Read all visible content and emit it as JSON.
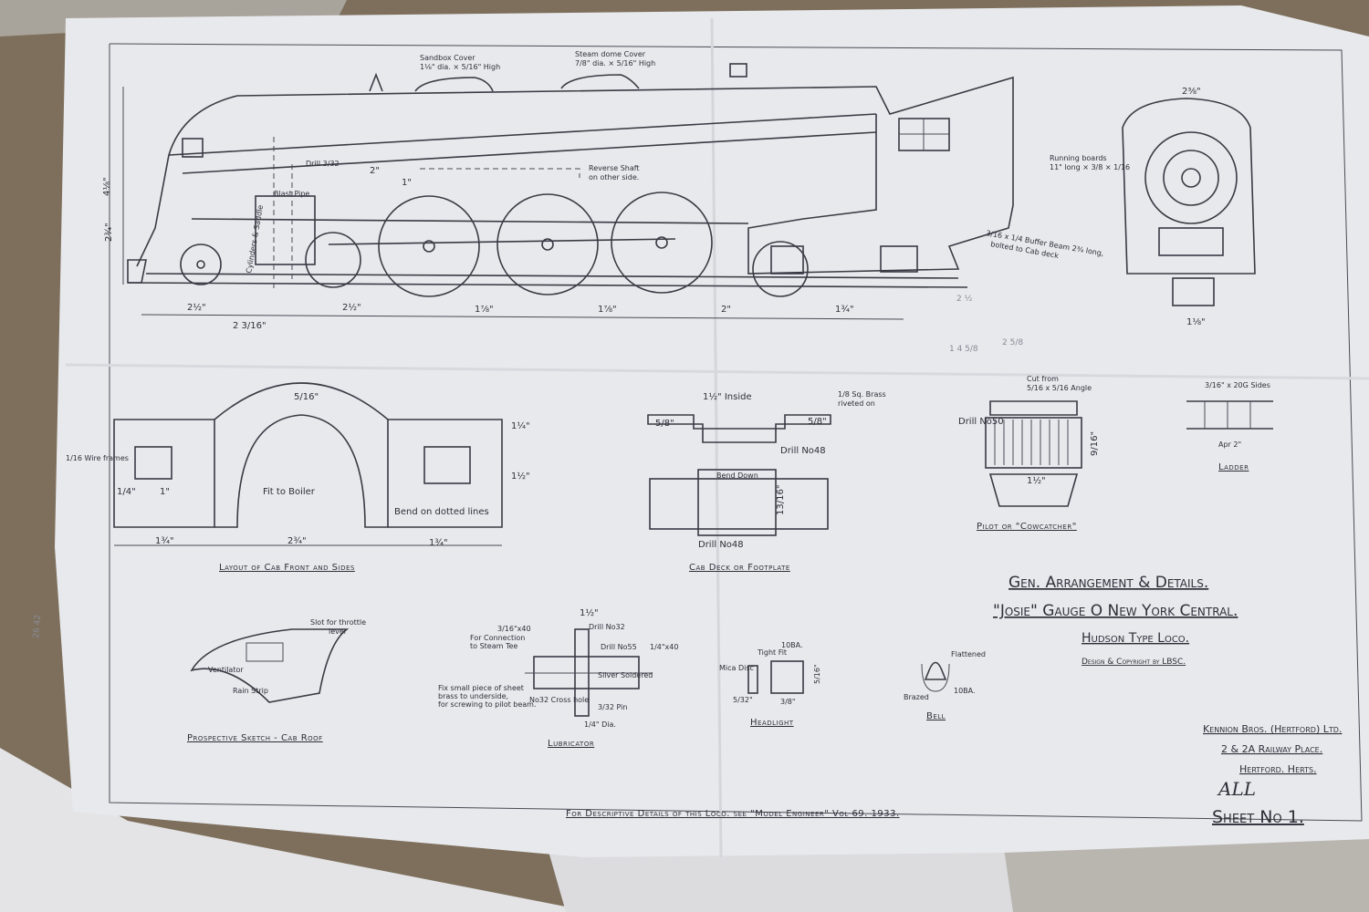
{
  "main_view": {
    "sandbox_label": "Sandbox Cover",
    "sandbox_dim": "1⅛\" dia. × 5/16\" High",
    "dome_label": "Steam dome Cover",
    "dome_dim": "7/8\" dia. × 5/16\" High",
    "reverse_shaft": "Reverse Shaft",
    "reverse_shaft_2": "on other side.",
    "drill": "Drill 3/32",
    "cylinders": "Cylinders & Saddle",
    "blast_pipe": "Blast Pipe",
    "dim_2in": "2\"",
    "dim_1in": "1\"",
    "height_total": "4⅛\"",
    "height_body": "2¾\"",
    "bottom_dims": [
      "2½\"",
      "2½\"",
      "1⅞\"",
      "1⅞\"",
      "2\"",
      "1¾\""
    ],
    "bottom_dim_wheelbase": "2 3/16\"",
    "pencil_notes": [
      "2 ½",
      "1 4 5/8",
      "2 5/8"
    ]
  },
  "front_view": {
    "width": "2⅜\"",
    "running_boards": "Running boards",
    "running_boards_dim": "11\" long × 3/8 × 1/16",
    "buffer_beam": "3/16 x 1/4 Buffer Beam 2¾ long,",
    "buffer_beam_2": "bolted to Cab deck",
    "base_width": "1⅛\""
  },
  "cab_layout": {
    "caption": "Layout of Cab Front and Sides",
    "wire_frames": "1/16 Wire frames",
    "fit_to_boiler": "Fit to Boiler",
    "bend": "Bend on dotted lines",
    "dims_bottom": [
      "1¾\"",
      "2¾\"",
      "1¾\""
    ],
    "dim_quarter": "1/4\"",
    "dim_one": "1\"",
    "dim_height": "1½\"",
    "dim_top": "5/16\"",
    "dim_side": "1¼\""
  },
  "cab_deck": {
    "caption": "Cab Deck or Footplate",
    "inside": "1½\" Inside",
    "brass": "1/8 Sq. Brass",
    "brass_2": "riveted on",
    "left_dim": "5/8\"",
    "right_dim": "5/8\"",
    "drill_1": "Drill No48",
    "bend_down": "Bend Down",
    "drill_2": "Drill No48",
    "depth": "13/16\""
  },
  "pilot": {
    "caption": "Pilot or \"Cowcatcher\"",
    "cut_from": "Cut from",
    "angle": "5/16 x 5/16 Angle",
    "drill": "Drill No50",
    "width": "1½\"",
    "height": "9/16\""
  },
  "ladder": {
    "caption": "Ladder",
    "sides": "3/16\" x 20G Sides",
    "length": "Apr 2\""
  },
  "cab_roof": {
    "caption": "Prospective Sketch - Cab Roof",
    "slot": "Slot for throttle",
    "slot_2": "lever",
    "ventilator": "Ventilator",
    "rain_strip": "Rain Strip"
  },
  "lubricator": {
    "caption": "Lubricator",
    "width": "1½\"",
    "thread": "3/16\"x40",
    "connection": "For Connection",
    "connection_2": "to Steam Tee",
    "drill_32": "Drill No32",
    "drill_55": "Drill No55",
    "thread_2": "1/4\"x40",
    "silver": "Silver Soldered",
    "fix_note": "Fix small piece of sheet",
    "fix_note_2": "brass to underside,",
    "fix_note_3": "for screwing to pilot beam.",
    "cross_hole": "No32 Cross hole",
    "pin": "3/32 Pin",
    "dia": "1/4\" Dia."
  },
  "headlight": {
    "caption": "Headlight",
    "mica": "Mica Disc",
    "tight_fit": "Tight Fit",
    "ba": "10BA.",
    "dim_a": "5/32\"",
    "dim_b": "3/8\"",
    "dim_c": "5/16\""
  },
  "bell": {
    "caption": "Bell",
    "flattened": "Flattened",
    "brazed": "Brazed",
    "ba": "10BA."
  },
  "title_block": {
    "line1": "Gen. Arrangement & Details.",
    "line2": "\"Josie\" Gauge O New York Central.",
    "line3": "Hudson Type Loco.",
    "line4": "Design & Copyright by LBSC.",
    "maker": "Kennion Bros. (Hertford) Ltd.",
    "address": "2 & 2A Railway Place.",
    "town": "Hertford. Herts.",
    "initials": "ALL",
    "sheet": "Sheet No 1."
  },
  "footer": "For Descriptive Details of this Loco. see \"Model Engineer\" Vol 69. 1933.",
  "margin_pencil": "26 42",
  "colors": {
    "paper": "#e8e9ed",
    "ink": "#2e2e38",
    "wood": "#8a7a62"
  }
}
